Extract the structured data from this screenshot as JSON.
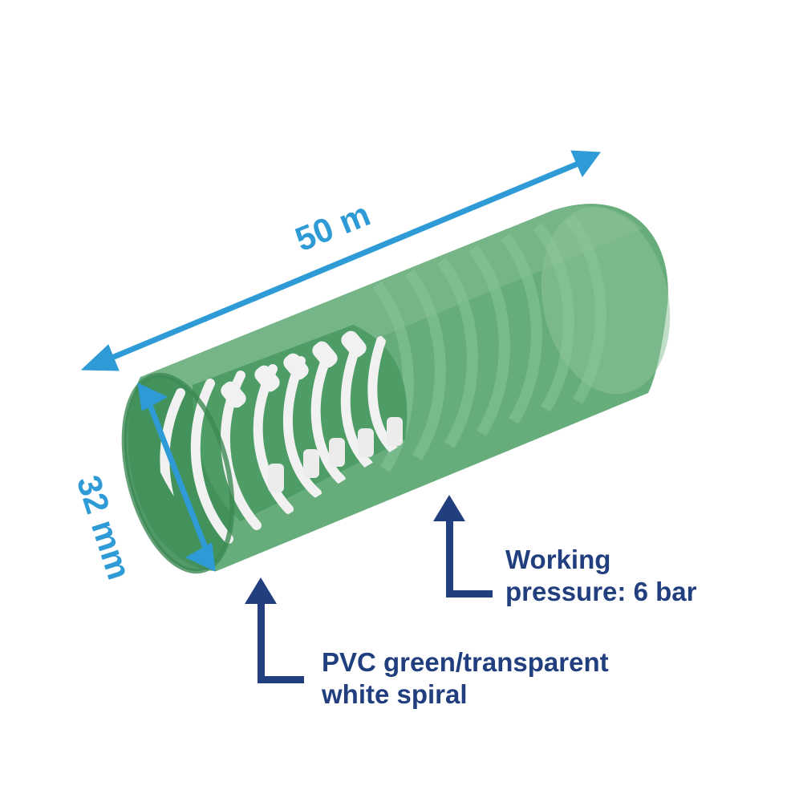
{
  "dimensions": {
    "length_label": "50 m",
    "diameter_label": "32 mm"
  },
  "callouts": {
    "pressure": {
      "line1": "Working",
      "line2": "pressure: 6 bar"
    },
    "material": {
      "line1": "PVC green/transparent",
      "line2": "white spiral"
    }
  },
  "colors": {
    "hose_green": "#4f9c67",
    "hose_light": "#7fbb8e",
    "spiral_white": "#f2f2f2",
    "dimension_blue": "#2e9ad6",
    "callout_navy": "#213f7e"
  }
}
